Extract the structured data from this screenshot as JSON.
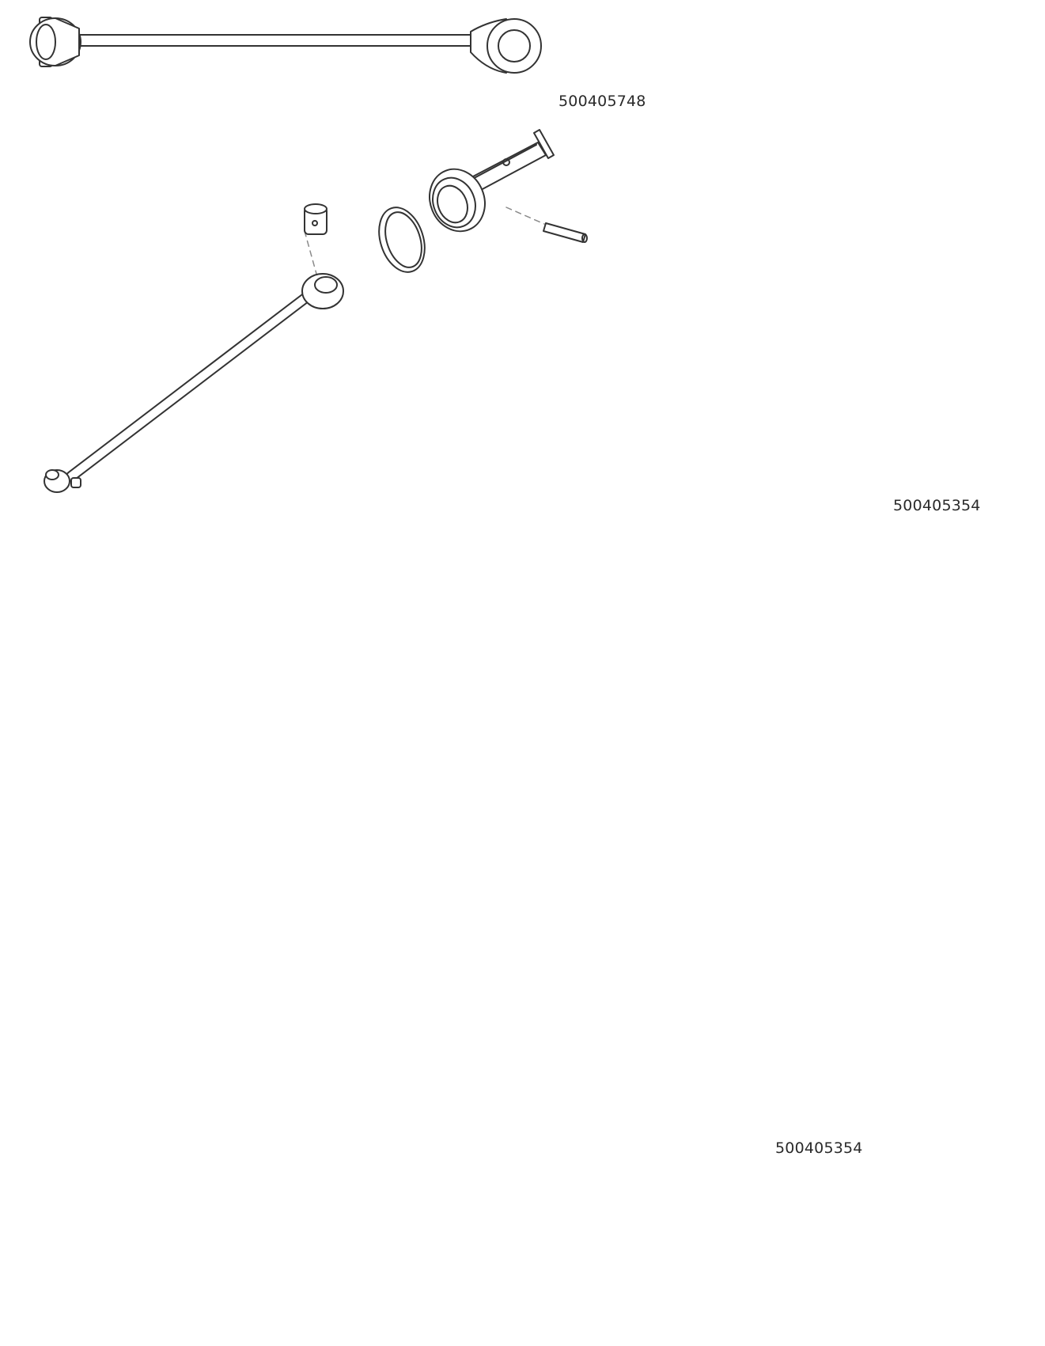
{
  "labels": {
    "top_part_number": "500405748",
    "middle_part_number": "500405354",
    "bottom_part_number": "500405354"
  },
  "colors": {
    "line": "#333333",
    "fill": "#ffffff",
    "dashed": "#8a8a8a",
    "text": "#2a2a2a"
  }
}
